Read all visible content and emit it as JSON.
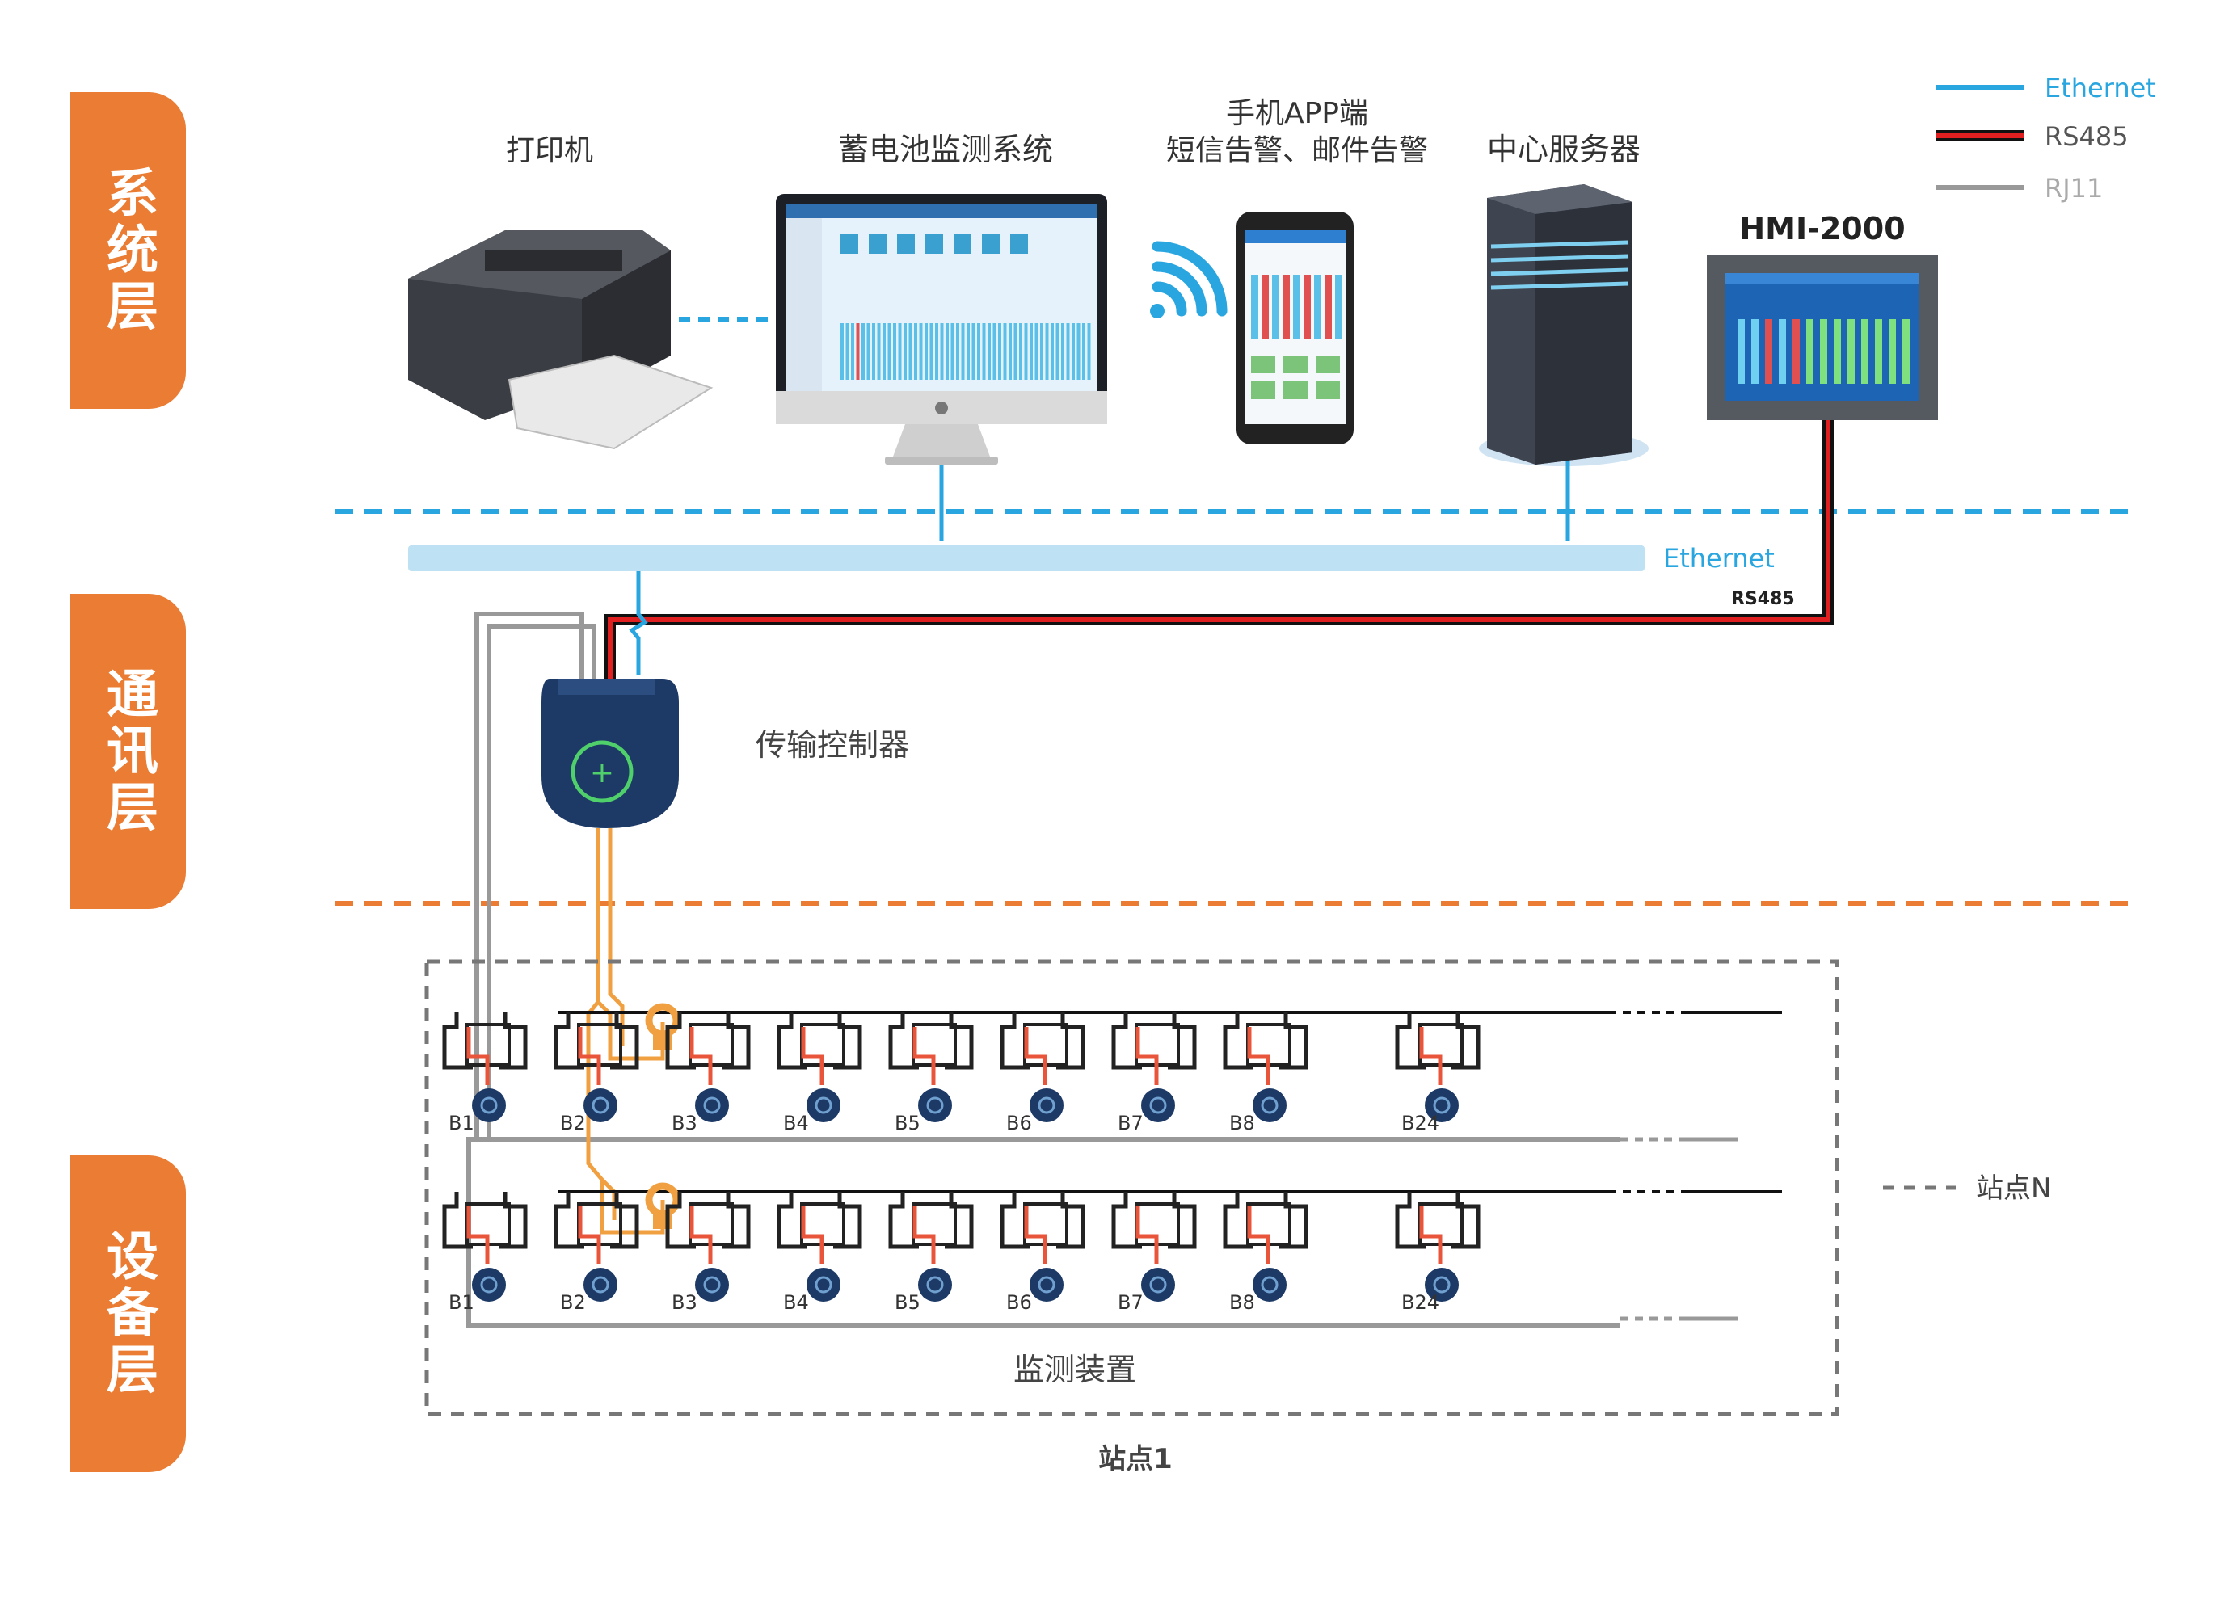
{
  "layers": {
    "system": "系统层",
    "communication": "通讯层",
    "device": "设备层"
  },
  "devices": {
    "printer": "打印机",
    "monitor_system": "蓄电池监测系统",
    "phone_app_line1": "手机APP端",
    "phone_app_line2": "短信告警、邮件告警",
    "server": "中心服务器",
    "hmi": "HMI-2000",
    "controller": "传输控制器",
    "monitoring_device": "监测装置"
  },
  "legend": [
    {
      "label": "Ethernet",
      "color": "#29a6e0"
    },
    {
      "label": "RS485",
      "color": "#e02020"
    },
    {
      "label": "RJ11",
      "color": "#999999"
    }
  ],
  "bus": {
    "ethernet_label": "Ethernet",
    "rs485_label": "RS485"
  },
  "stations": {
    "station_1": "站点1",
    "station_n": "站点N"
  },
  "battery_labels": [
    "B1",
    "B2",
    "B3",
    "B4",
    "B5",
    "B6",
    "B7",
    "B8",
    "B24"
  ],
  "colors": {
    "tab": "#ea7d33",
    "ethernet": "#29a6e0",
    "rs485": "#e02020",
    "rj11": "#999999",
    "sensor_wire": "#f0a040",
    "divider_orange": "#ea7d33"
  },
  "icons": [
    "printer-icon",
    "monitor-icon",
    "wifi-icon",
    "phone-icon",
    "server-icon",
    "hmi-panel-icon",
    "controller-icon",
    "current-sensor-icon",
    "battery-sensor-icon"
  ]
}
